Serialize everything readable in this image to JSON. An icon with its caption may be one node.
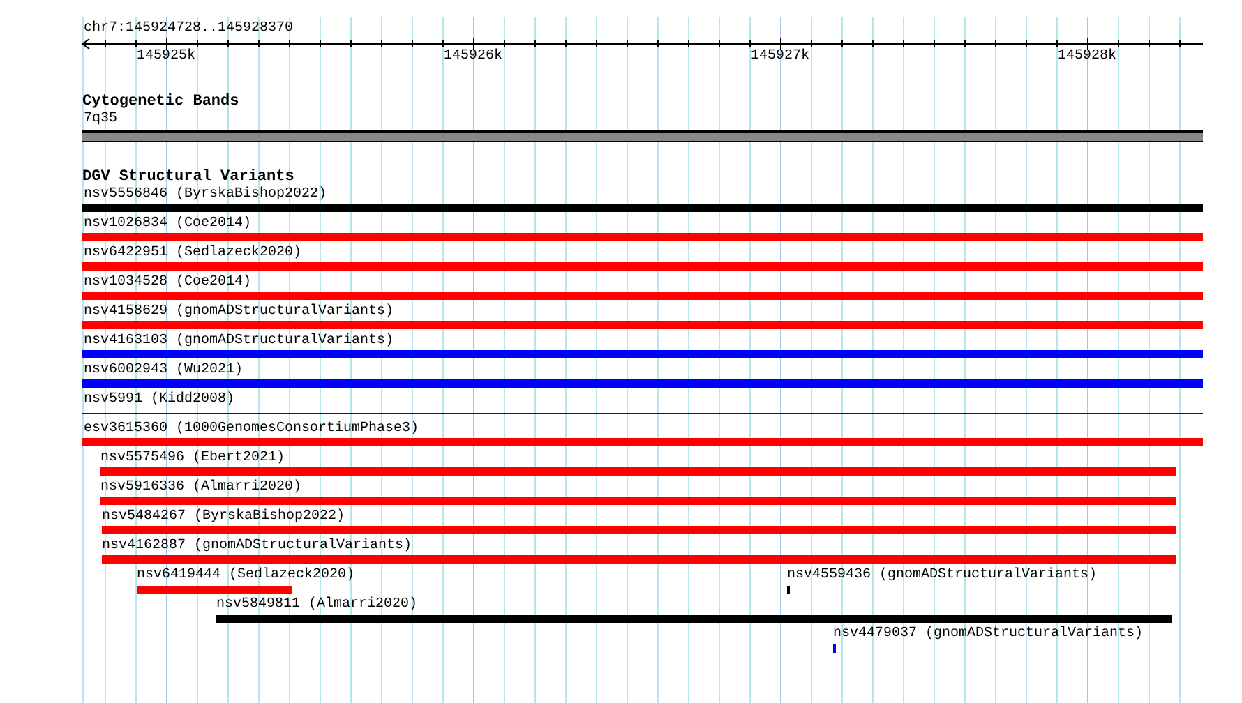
{
  "diagram": {
    "nodes": [
      {
        "text": [
          "7q35"
        ]
      },
      {
        "text": [
          "nsv5556846 (ByrskaBishop2022)"
        ]
      },
      {
        "text": [
          "nsv1026834 (Coe2014)"
        ]
      },
      {
        "text": [
          "nsv6422951 (Sedlazeck2020)"
        ]
      },
      {
        "text": [
          "nsv1034528 (Coe2014)"
        ]
      },
      {
        "text": [
          "nsv4158629 (gnomADStructuralVariants)"
        ]
      },
      {
        "text": [
          "nsv4163103 (gnomADStructuralVariants)"
        ]
      },
      {
        "text": [
          "nsv6002943 (Wu2021)"
        ]
      },
      {
        "text": [
          "nsv5991 (Kidd2008)"
        ]
      },
      {
        "text": [
          "esv3615360 (1000GenomesConsortiumPhase3)"
        ]
      },
      {
        "text": [
          "nsv5575496 (Ebert2021)"
        ]
      },
      {
        "text": [
          "nsv5916336 (Almarri2020)"
        ]
      },
      {
        "text": [
          "nsv5484267 (ByrskaBishop2022)"
        ]
      },
      {
        "text": [
          "nsv4162887 (gnomADStructuralVariants)"
        ]
      },
      {
        "text": [
          "nsv6419444 (Sedlazeck2020)"
        ]
      },
      {
        "text": [
          "nsv4559436 (gnomADStructuralVariants)"
        ]
      },
      {
        "text": [
          "nsv5849811 (Almarri2020)"
        ]
      },
      {
        "text": [
          "nsv4479037 (gnomADStructuralVariants)"
        ]
      }
    ],
    "labels": [
      "chr7:145924728..145928370",
      "145925k",
      "145926k",
      "145927k",
      "145928k",
      "Cytogenetic Bands",
      "DGV Structural Variants"
    ]
  }
}
